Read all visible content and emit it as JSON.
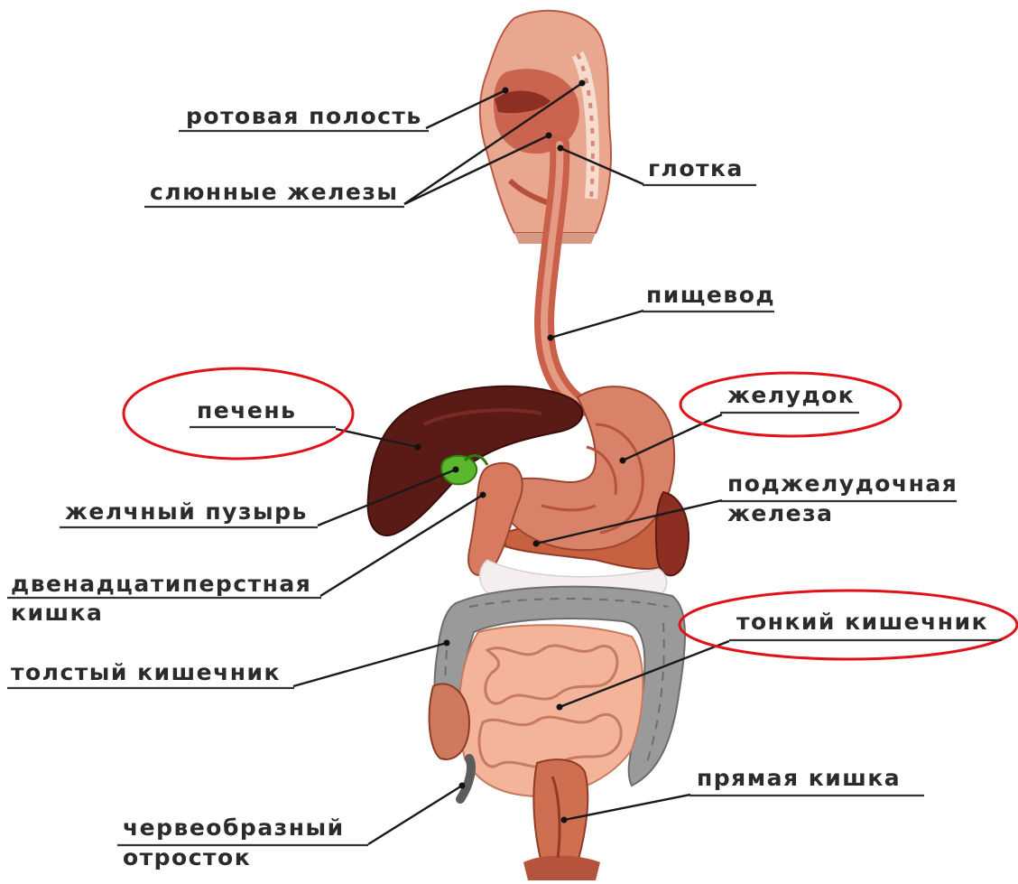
{
  "labels": {
    "oral_cavity": "ротовая полость",
    "salivary_glands": "слюнные железы",
    "pharynx": "глотка",
    "esophagus": "пищевод",
    "liver": "печень",
    "stomach": "желудок",
    "gallbladder": "желчный пузырь",
    "pancreas_line1": "поджелудочная",
    "pancreas_line2": "железа",
    "duodenum_line1": "двенадцатиперстная",
    "duodenum_line2": "кишка",
    "small_intestine": "тонкий кишечник",
    "large_intestine": "толстый кишечник",
    "rectum": "прямая кишка",
    "appendix_line1": "червеобразный",
    "appendix_line2": "отросток"
  },
  "highlighted": [
    "печень",
    "желудок",
    "тонкий кишечник"
  ],
  "colors": {
    "highlight_ellipse": "#e0131b",
    "label_text": "#2b2b2b",
    "liver": "#5a1a16",
    "stomach": "#d9826a",
    "small_intestine": "#f3b49a",
    "large_intestine": "#9a9a9a",
    "gallbladder": "#59b82e",
    "esophagus": "#c9604a"
  }
}
